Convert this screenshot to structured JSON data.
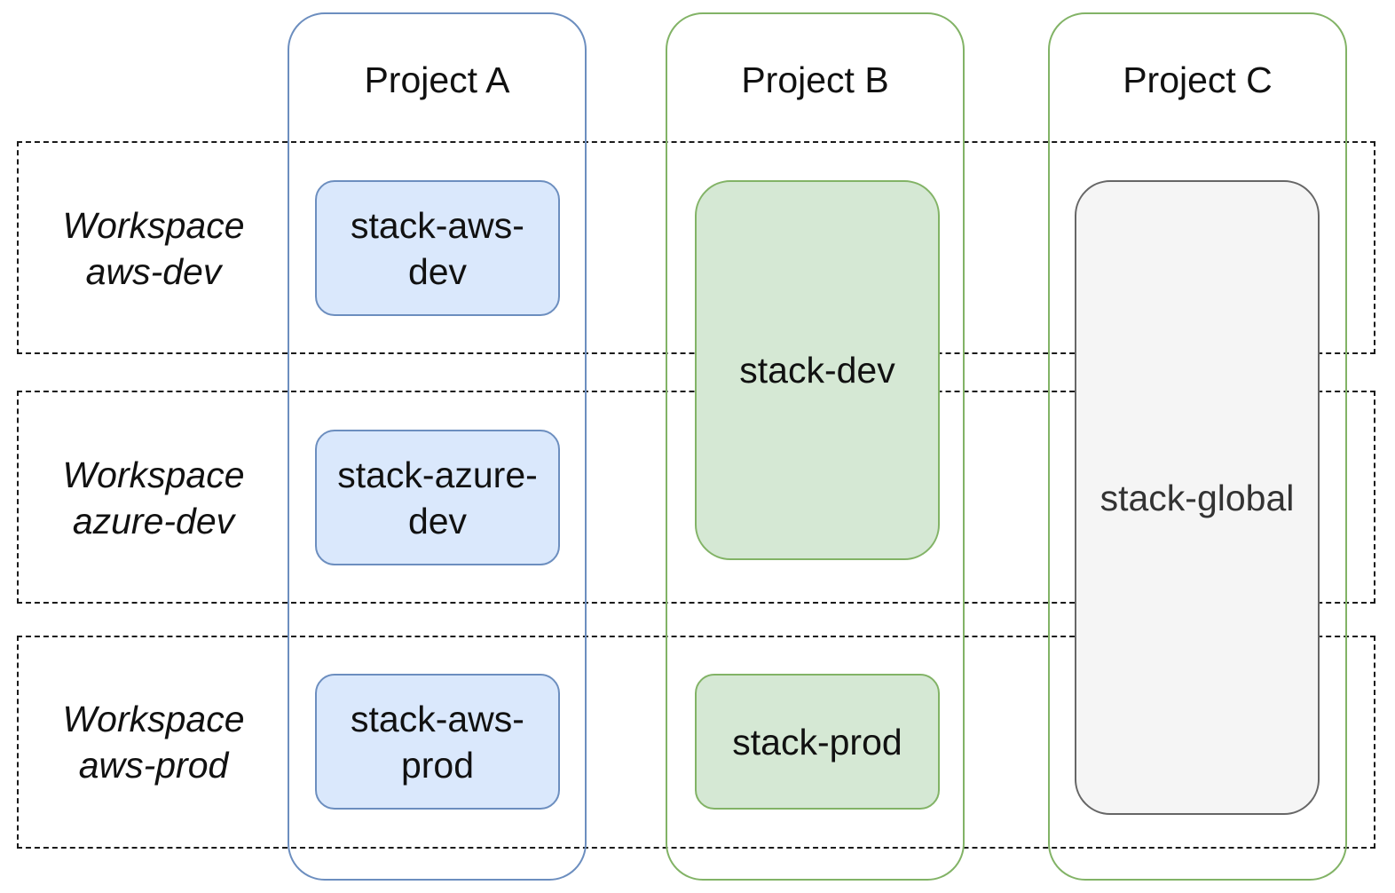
{
  "colors": {
    "project_a_border": "#6c8ebf",
    "project_b_border": "#82b366",
    "project_c_border": "#82b366",
    "blue_fill": "#dae8fc",
    "green_fill": "#d5e8d4",
    "grey_fill": "#f5f5f5",
    "grey_border": "#666666"
  },
  "projects": [
    {
      "title": "Project A"
    },
    {
      "title": "Project B"
    },
    {
      "title": "Project C"
    }
  ],
  "workspaces": [
    {
      "line1": "Workspace",
      "line2": "aws-dev"
    },
    {
      "line1": "Workspace",
      "line2": "azure-dev"
    },
    {
      "line1": "Workspace",
      "line2": "aws-prod"
    }
  ],
  "stacks": {
    "a_aws_dev": {
      "line1": "stack-aws-",
      "line2": "dev"
    },
    "a_azure_dev": {
      "line1": "stack-azure-",
      "line2": "dev"
    },
    "a_aws_prod": {
      "line1": "stack-aws-",
      "line2": "prod"
    },
    "b_dev": {
      "label": "stack-dev"
    },
    "b_prod": {
      "label": "stack-prod"
    },
    "c_global": {
      "label": "stack-global"
    }
  }
}
